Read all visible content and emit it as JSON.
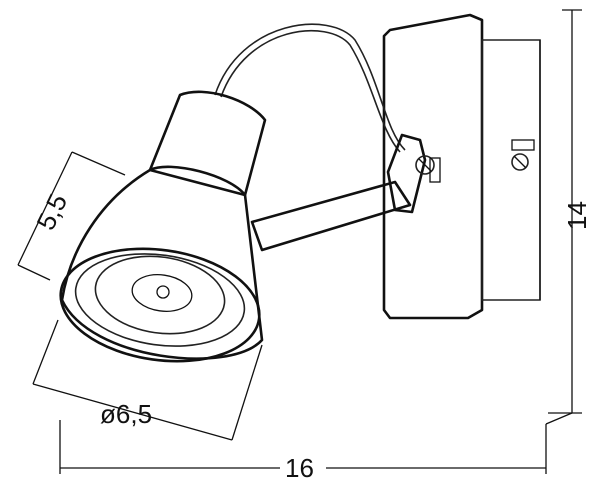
{
  "diagram": {
    "subject": "spotlight-wall-lamp-dimension-drawing",
    "dimensions": {
      "head_length": "5,5",
      "head_diameter": "ø6,5",
      "total_height": "14",
      "total_width": "16"
    },
    "colors": {
      "line": "#111111",
      "background": "#ffffff"
    }
  }
}
